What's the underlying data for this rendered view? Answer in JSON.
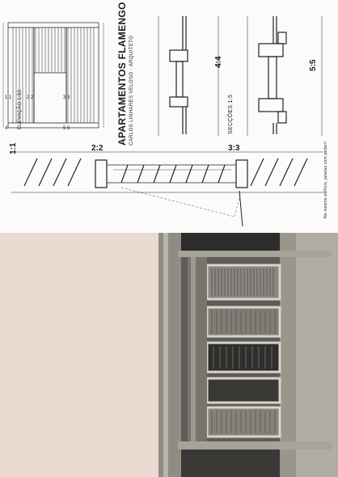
{
  "drawing": {
    "title": "APARTAMENTOS FLAMENGO",
    "subtitle": "CARLOS LINHARES VELOSO · ARQUITETO",
    "elevation_label": "ELEVAÇÃO 1:50",
    "sections_label": "SECÇÕES 1:5",
    "note": "No mesmo edifício, janelas com peitoril",
    "cut_labels": {
      "c11": "1:1",
      "c22": "2:2",
      "c33": "3:3",
      "c44": "4:4",
      "c55": "5:5"
    },
    "elevation_marks": {
      "m11": "1 1",
      "m22": "2 2",
      "m33": "3 3",
      "m44": "4",
      "m55": "5 5"
    }
  },
  "photo": {
    "description_icon": "building-facade-photo"
  }
}
